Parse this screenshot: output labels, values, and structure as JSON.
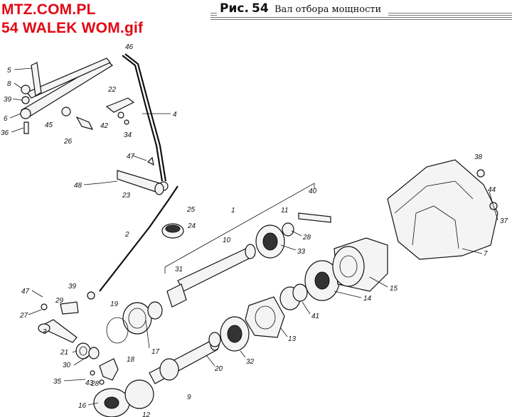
{
  "watermark": {
    "line1": "MTZ.COM.PL",
    "line2": "54 WALEK WOM.gif",
    "color": "#e30613"
  },
  "figure": {
    "label": "Рис.",
    "number": "54",
    "title": "Вал отбора мощности"
  },
  "callouts": [
    "1",
    "2",
    "3",
    "4",
    "5",
    "6",
    "7",
    "8",
    "9",
    "10",
    "11",
    "12",
    "13",
    "14",
    "15",
    "16",
    "17",
    "18",
    "19",
    "20",
    "21",
    "22",
    "23",
    "24",
    "25",
    "26",
    "27",
    "28",
    "28",
    "29",
    "30",
    "31",
    "32",
    "33",
    "34",
    "35",
    "36",
    "37",
    "38",
    "39",
    "39",
    "40",
    "41",
    "42",
    "43",
    "44",
    "45",
    "46",
    "47",
    "47",
    "48"
  ]
}
